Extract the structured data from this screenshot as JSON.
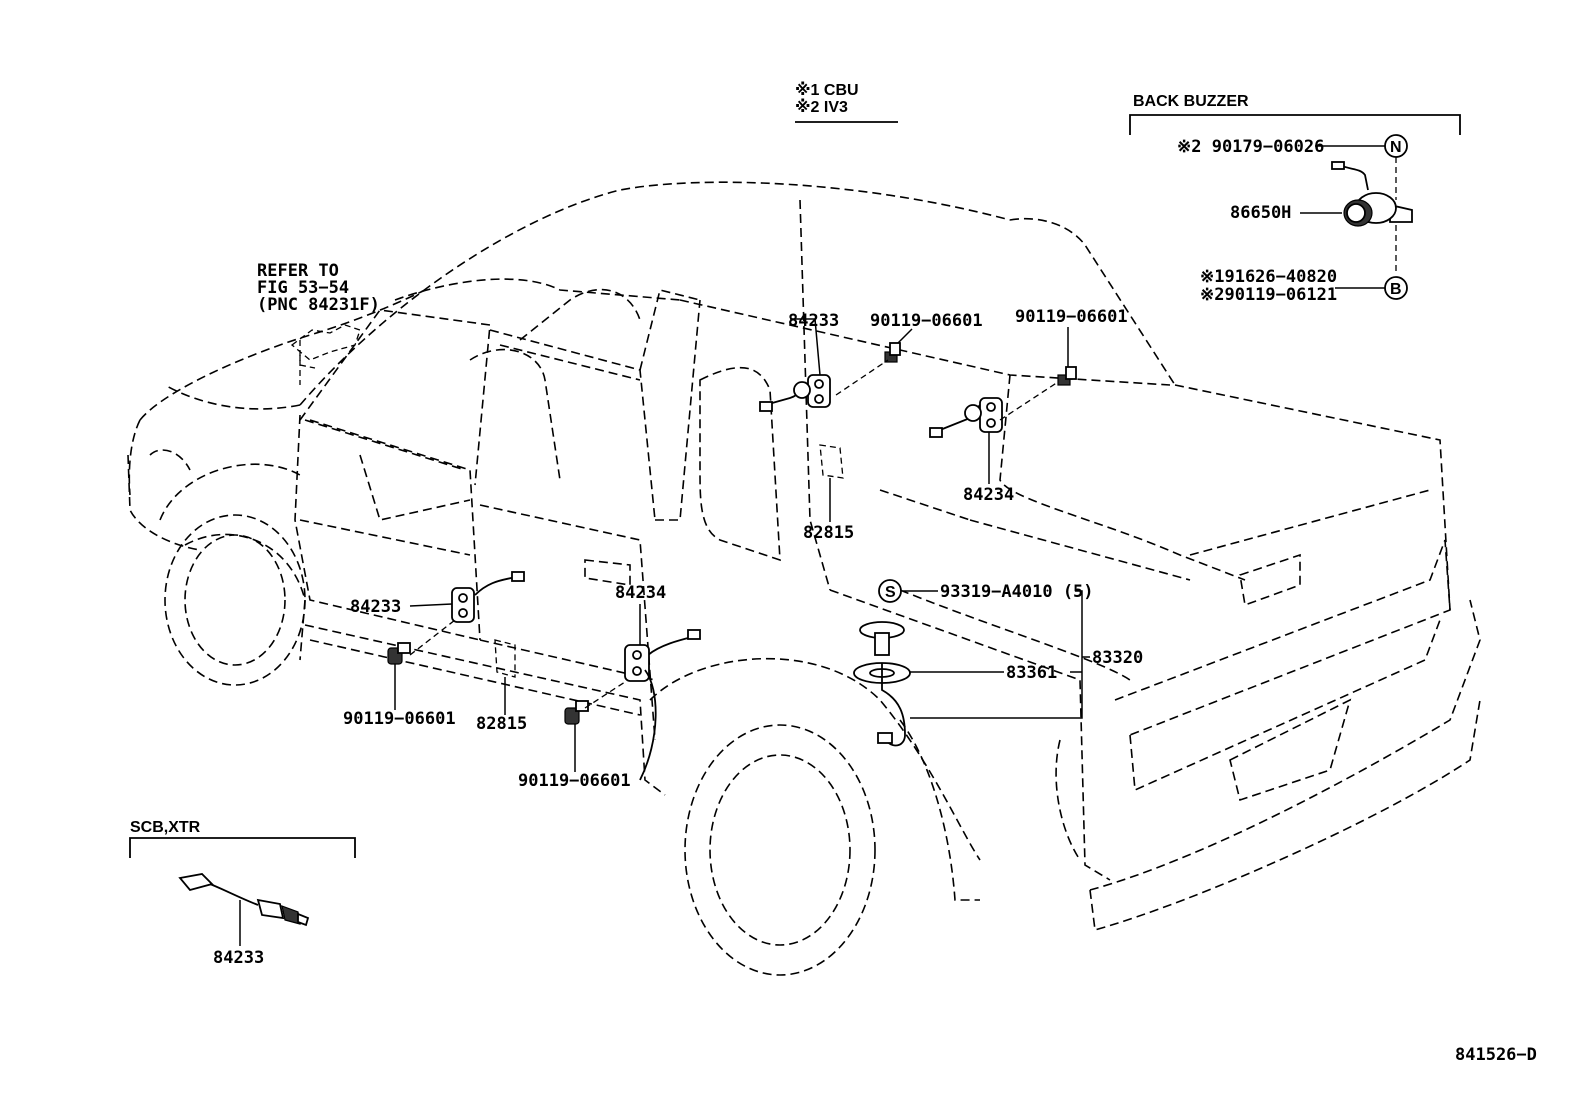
{
  "notes": {
    "cbu": "※1  CBU",
    "iv3": "※2  IV3",
    "diagram_id": "841526−D"
  },
  "back_buzzer": {
    "title": "BACK BUZZER",
    "bolt_label": "※2 90179−06026",
    "buzzer_label": "86650H",
    "bolt_b1": "※191626−40820",
    "bolt_b2": "※290119−06121",
    "marker_n": "N",
    "marker_b": "B"
  },
  "refer": {
    "line1": "REFER TO",
    "line2": "FIG 53−54",
    "line3": "(PNC 84231F)"
  },
  "scb_box": {
    "title": "SCB,XTR",
    "part": "84233"
  },
  "labels": {
    "p84233_upper": "84233",
    "p90119_upper_mid": "90119−06601",
    "p90119_upper_right": "90119−06601",
    "p84234_upper": "84234",
    "p82815_upper": "82815",
    "p84233_left": "84233",
    "p84234_mid": "84234",
    "p90119_left": "90119−06601",
    "p82815_lower": "82815",
    "p90119_lower": "90119−06601",
    "p93319": "93319−A4010 (5)",
    "marker_s": "S",
    "p83361": "83361",
    "p83320": "83320"
  }
}
